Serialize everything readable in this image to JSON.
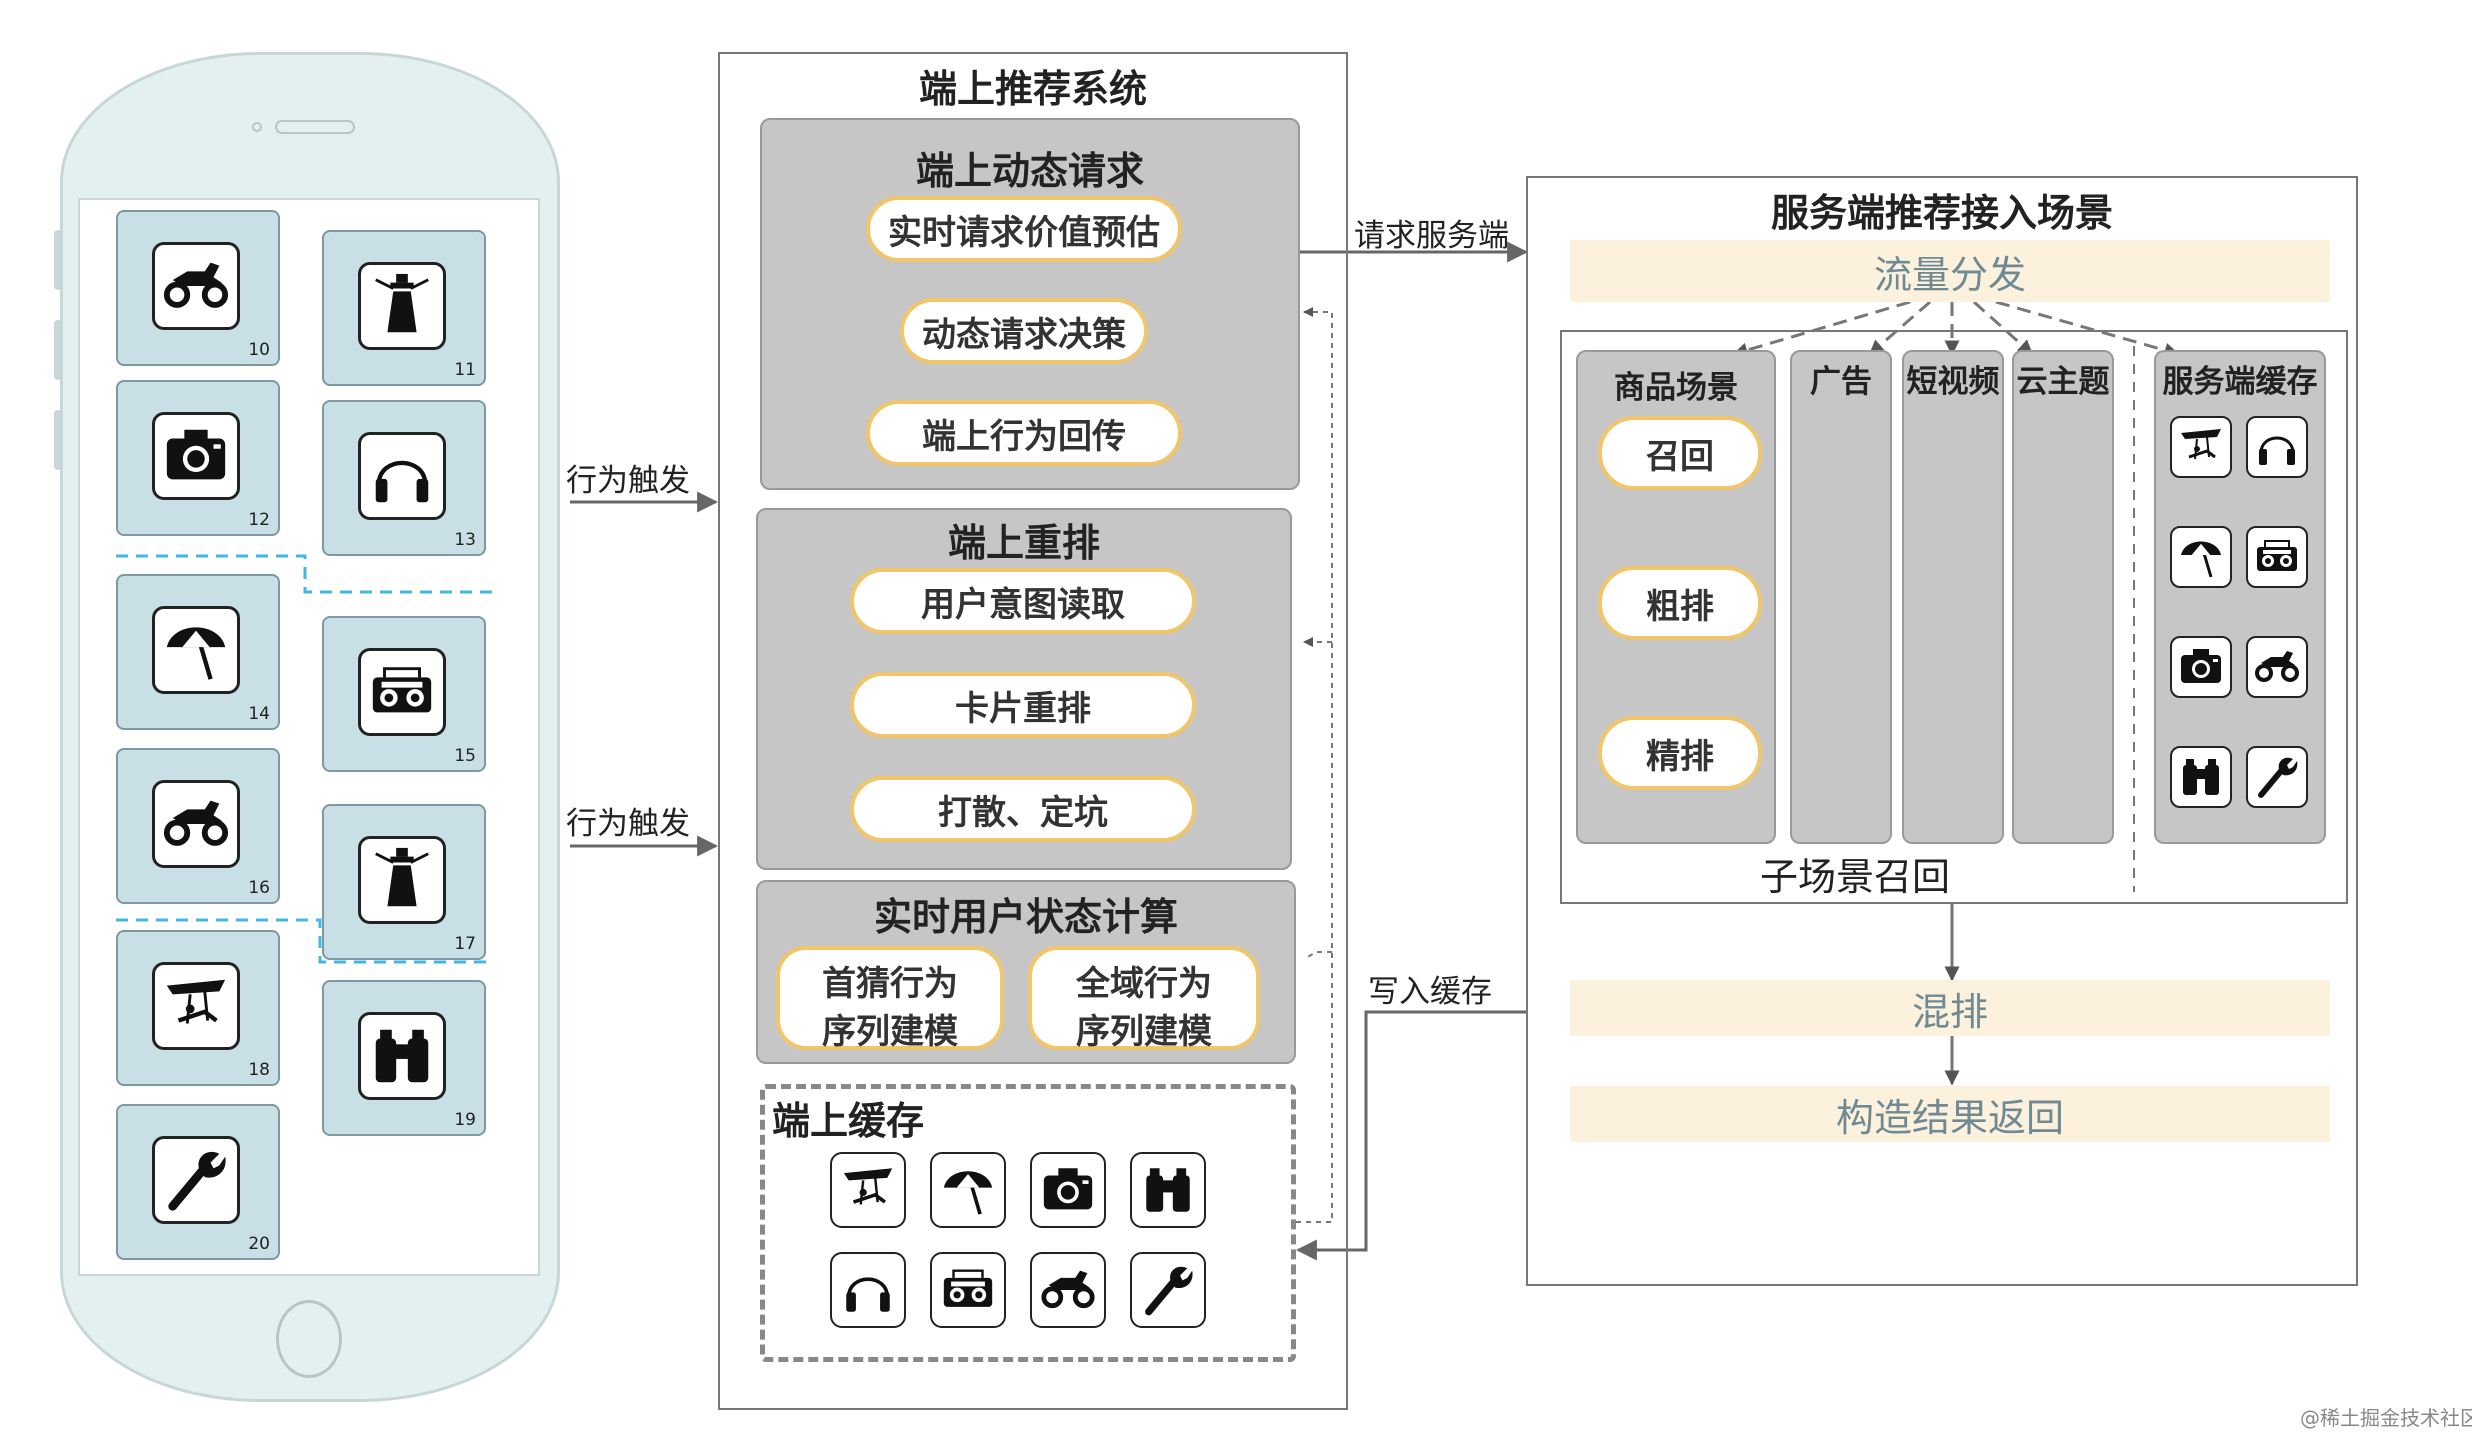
{
  "phone": {
    "cards": [
      {
        "number": "10",
        "icon": "atv-icon"
      },
      {
        "number": "11",
        "icon": "lighthouse-icon"
      },
      {
        "number": "12",
        "icon": "camera-icon"
      },
      {
        "number": "13",
        "icon": "headphones-icon"
      },
      {
        "number": "14",
        "icon": "umbrella-icon"
      },
      {
        "number": "15",
        "icon": "radio-icon"
      },
      {
        "number": "16",
        "icon": "atv-icon"
      },
      {
        "number": "17",
        "icon": "lighthouse-icon"
      },
      {
        "number": "18",
        "icon": "hang-glider-icon"
      },
      {
        "number": "19",
        "icon": "binoculars-icon"
      },
      {
        "number": "20",
        "icon": "wrench-icon"
      }
    ]
  },
  "arrows": {
    "trigger_1": "行为触发",
    "trigger_2": "行为触发",
    "request_server": "请求服务端",
    "write_cache": "写入缓存"
  },
  "client_system": {
    "title": "端上推荐系统",
    "dynamic_request": {
      "title": "端上动态请求",
      "steps": [
        "实时请求价值预估",
        "动态请求决策",
        "端上行为回传"
      ]
    },
    "rerank": {
      "title": "端上重排",
      "steps": [
        "用户意图读取",
        "卡片重排",
        "打散、定坑"
      ]
    },
    "user_state": {
      "title": "实时用户状态计算",
      "items": [
        {
          "line1": "首猜行为",
          "line2": "序列建模"
        },
        {
          "line1": "全域行为",
          "line2": "序列建模"
        }
      ]
    },
    "cache": {
      "title": "端上缓存",
      "icons": [
        "hang-glider-icon",
        "umbrella-icon",
        "camera-icon",
        "binoculars-icon",
        "headphones-icon",
        "radio-icon",
        "atv-icon",
        "wrench-icon"
      ]
    }
  },
  "server": {
    "title": "服务端推荐接入场景",
    "traffic": "流量分发",
    "product_scene": {
      "title": "商品场景",
      "steps": [
        "召回",
        "粗排",
        "精排"
      ]
    },
    "columns": [
      "广告",
      "短视频",
      "云主题"
    ],
    "server_cache": {
      "title": "服务端缓存",
      "icons": [
        "hang-glider-icon",
        "headphones-icon",
        "umbrella-icon",
        "radio-icon",
        "camera-icon",
        "atv-icon",
        "binoculars-icon",
        "wrench-icon"
      ]
    },
    "subscene_recall": "子场景召回",
    "mix_rank": "混排",
    "return_result": "构造结果返回"
  },
  "watermark": "@稀土掘金技术社区"
}
